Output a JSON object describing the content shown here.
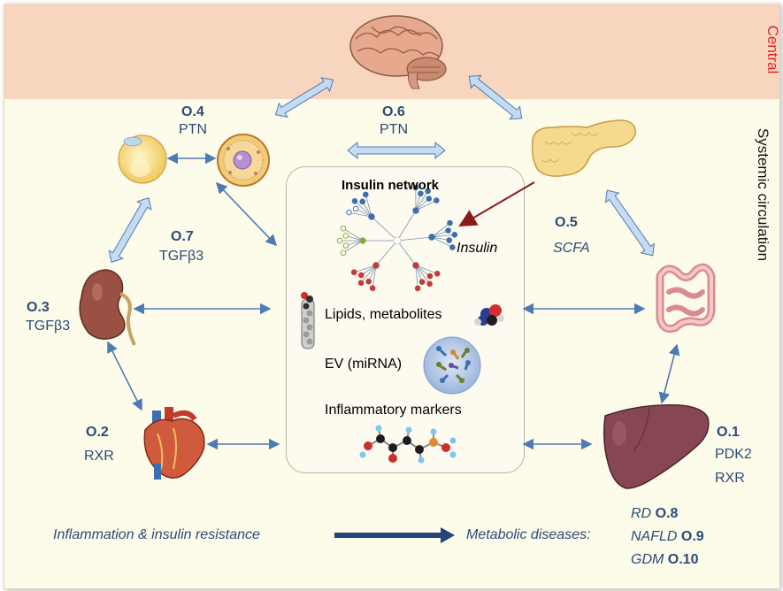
{
  "regions": {
    "central": "Central",
    "systemic": "Systemic circulation"
  },
  "center": {
    "title": "Insulin network",
    "insulin": "Insulin",
    "lipids": "Lipids, metabolites",
    "ev": "EV (miRNA)",
    "inflammatory": "Inflammatory markers"
  },
  "nodes": {
    "o4": {
      "code": "O.4",
      "factor": "PTN"
    },
    "o6": {
      "code": "O.6",
      "factor": "PTN"
    },
    "o7": {
      "code": "O.7",
      "factor": "TGFβ3"
    },
    "o5": {
      "code": "O.5",
      "factor": "SCFA"
    },
    "o3": {
      "code": "O.3",
      "factor": "TGFβ3"
    },
    "o2": {
      "code": "O.2",
      "factor": "RXR"
    },
    "o1": {
      "code": "O.1",
      "factor1": "PDK2",
      "factor2": "RXR"
    }
  },
  "bottom": {
    "left": "Inflammation & insulin resistance",
    "right": "Metabolic diseases:",
    "diseases": [
      {
        "name": "RD",
        "code": "O.8"
      },
      {
        "name": "NAFLD",
        "code": "O.9"
      },
      {
        "name": "GDM",
        "code": "O.10"
      }
    ]
  },
  "colors": {
    "text": "#2b4a78",
    "central_bg": "#f8d5be",
    "central_text": "#d9262c",
    "arrow_fill": "#c5dbf2",
    "arrow_stroke": "#4d7bb5",
    "insulin_arrow": "#8b1a1a"
  },
  "icons": [
    "brain-icon",
    "adipocyte-icon",
    "fat-tissue-icon",
    "pancreas-icon",
    "kidney-icon",
    "heart-icon",
    "liver-icon",
    "intestine-icon",
    "lipid-chain-icon",
    "metabolite-molecule-icon",
    "ev-mirna-icon",
    "inflammatory-molecule-icon",
    "insulin-network-icon"
  ]
}
